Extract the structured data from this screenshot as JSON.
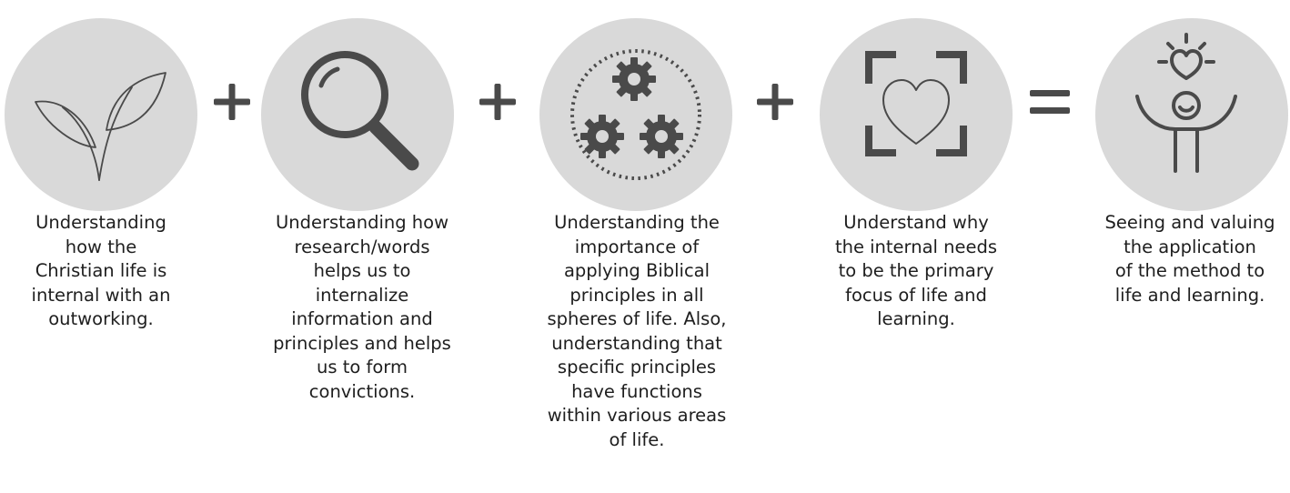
{
  "steps": [
    {
      "icon": "sprout-leaves-icon",
      "caption": [
        "Understanding",
        "how the",
        "Christian life is",
        "internal with an",
        "outworking."
      ]
    },
    {
      "icon": "magnifying-glass-icon",
      "caption": [
        "Understanding how",
        "research/words",
        "helps us to",
        "internalize",
        "information and",
        "principles and helps",
        "us to form",
        "convictions."
      ]
    },
    {
      "icon": "gears-icon",
      "caption": [
        "Understanding the",
        "importance of",
        "applying Biblical",
        "principles in all",
        "spheres of life. Also,",
        "understanding that",
        "specific principles",
        "have functions",
        "within various areas",
        "of life."
      ]
    },
    {
      "icon": "framed-heart-icon",
      "caption": [
        "Understand why",
        "the internal needs",
        "to be the primary",
        "focus of life and",
        "learning."
      ]
    },
    {
      "icon": "joyful-person-heart-icon",
      "caption": [
        "Seeing and valuing",
        "the application",
        "of the method to",
        "life and learning."
      ]
    }
  ],
  "operators": [
    "plus-icon",
    "plus-icon",
    "plus-icon",
    "equals-icon"
  ],
  "colors": {
    "circle": "#d9d9d9",
    "icon": "#4a4a4a",
    "text": "#1e1e1e"
  }
}
